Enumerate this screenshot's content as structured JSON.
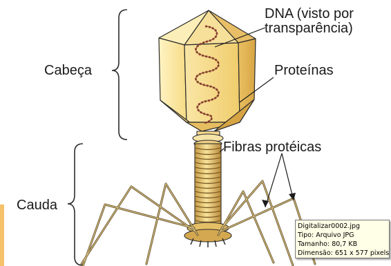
{
  "labels": {
    "head": "Cabeça",
    "tail": "Cauda",
    "dna_line1": "DNA (visto por",
    "dna_line2": "transparência)",
    "proteins": "Proteínas",
    "fibers": "Fibras protéicas"
  },
  "tooltip": {
    "filename": "Digitalizar0002.jpg",
    "type": "Tipo: Arquivo JPG",
    "size": "Tamanho: 80,7 KB",
    "dimensions": "Dimensão: 651 x 577 pixels"
  },
  "colors": {
    "capsid_light": "#fbe9a0",
    "capsid_mid": "#f2cf6a",
    "capsid_dark": "#d9a93f",
    "collar": "#f3d88c",
    "dna": "#a5523b",
    "tail_light": "#f6dd8f",
    "tail_dark": "#b98c3a",
    "fiber": "#6b5a35",
    "outline": "#2b2b2b"
  }
}
